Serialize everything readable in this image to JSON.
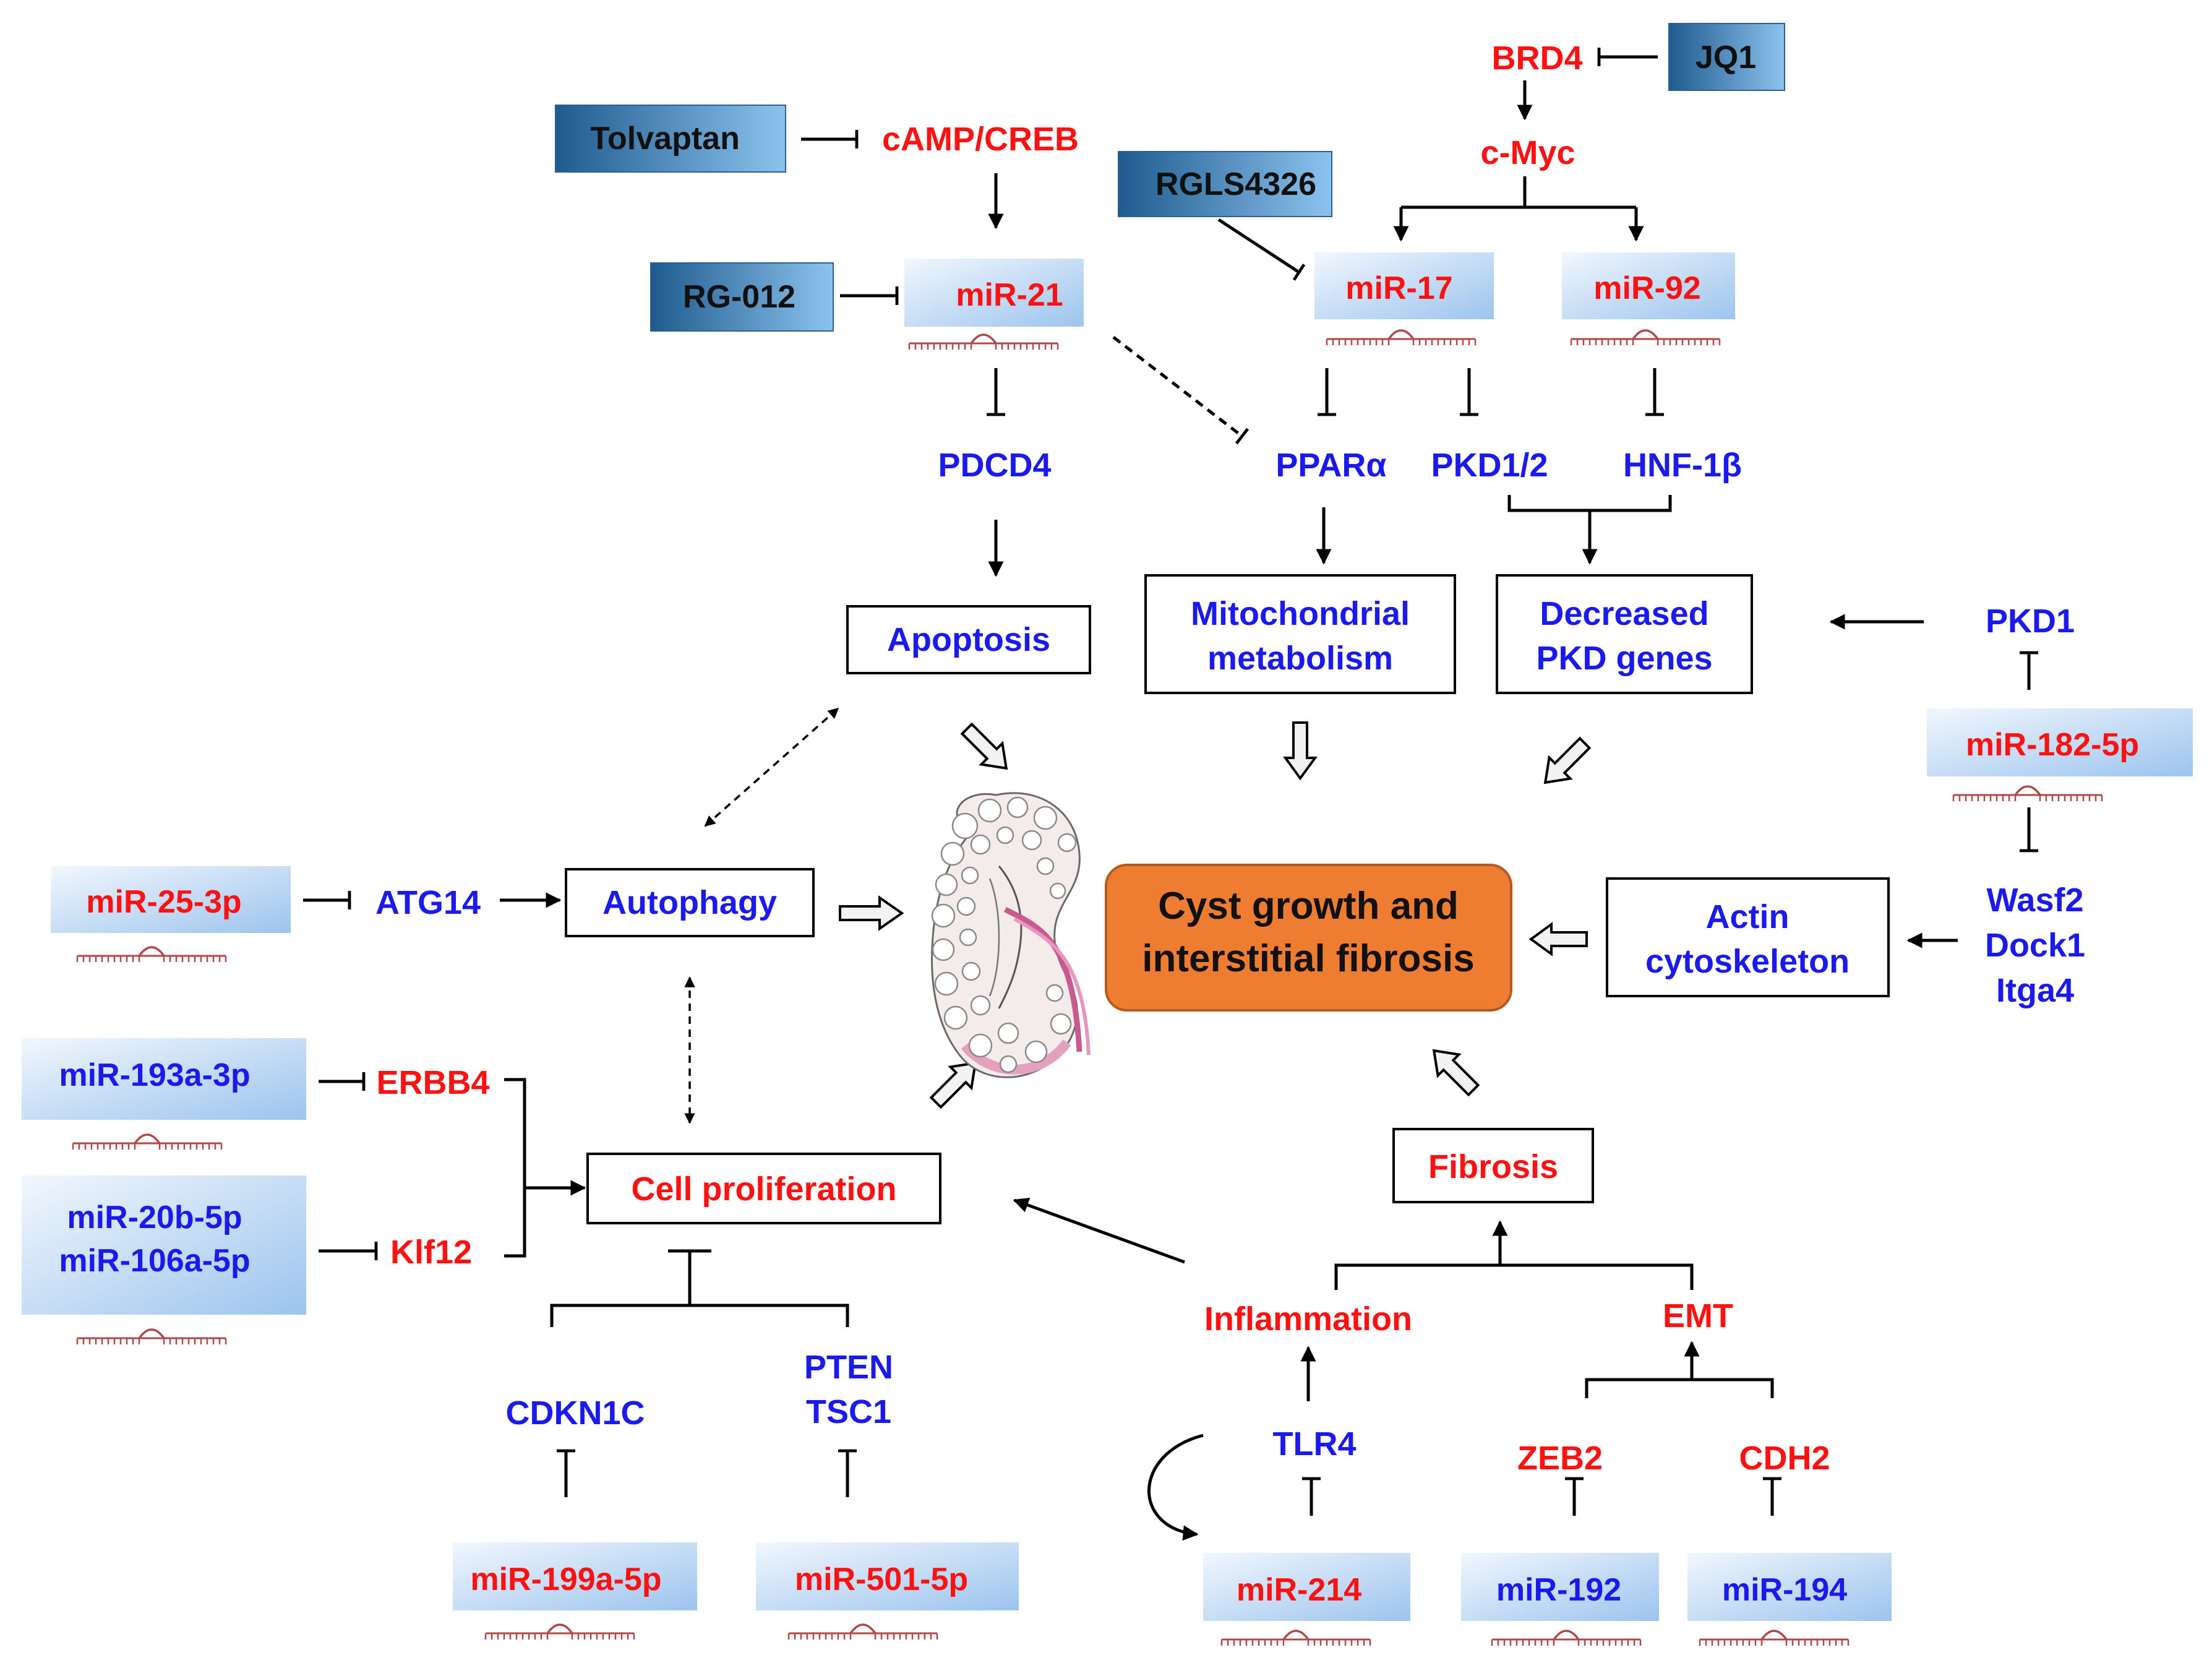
{
  "colors": {
    "red": "#ff1111",
    "blue": "#1a1aee",
    "drug_dark": "#1f5b8e",
    "drug_light": "#8cc3ee",
    "mirna_light": "#e8f1fb",
    "mirna_dark": "#9cc4ee",
    "center_fill": "#ee7d31",
    "stem_loop": "#b04848"
  },
  "drugs": {
    "tolvaptan": "Tolvaptan",
    "jq1": "JQ1",
    "rgls4326": "RGLS4326",
    "rg012": "RG-012"
  },
  "mirnas": {
    "mir21": "miR-21",
    "mir17": "miR-17",
    "mir92": "miR-92",
    "mir182": "miR-182-5p",
    "mir25": "miR-25-3p",
    "mir193": "miR-193a-3p",
    "mir20b": "miR-20b-5p",
    "mir106a": "miR-106a-5p",
    "mir199": "miR-199a-5p",
    "mir501": "miR-501-5p",
    "mir214": "miR-214",
    "mir192": "miR-192",
    "mir194": "miR-194"
  },
  "red_labels": {
    "brd4": "BRD4",
    "camp": "cAMP/CREB",
    "cmyc": "c-Myc",
    "erbb4": "ERBB4",
    "klf12": "Klf12",
    "inflammation": "Inflammation",
    "emt": "EMT",
    "zeb2": "ZEB2",
    "cdh2": "CDH2"
  },
  "blue_labels": {
    "pdcd4": "PDCD4",
    "ppara": "PPARα",
    "pkd12": "PKD1/2",
    "hnf1b": "HNF-1β",
    "pkd1": "PKD1",
    "wasf2": "Wasf2",
    "dock1": "Dock1",
    "itga4": "Itga4",
    "atg14": "ATG14",
    "cdkn1c": "CDKN1C",
    "pten": "PTEN",
    "tsc1": "TSC1",
    "tlr4": "TLR4"
  },
  "boxes": {
    "apoptosis": "Apoptosis",
    "mito_1": "Mitochondrial",
    "mito_2": "metabolism",
    "pkdgenes_1": "Decreased",
    "pkdgenes_2": "PKD genes",
    "autophagy": "Autophagy",
    "actin_1": "Actin",
    "actin_2": "cytoskeleton",
    "fibrosis": "Fibrosis",
    "proliferation": "Cell proliferation"
  },
  "center": {
    "line1": "Cyst growth and",
    "line2": "interstitial fibrosis"
  }
}
